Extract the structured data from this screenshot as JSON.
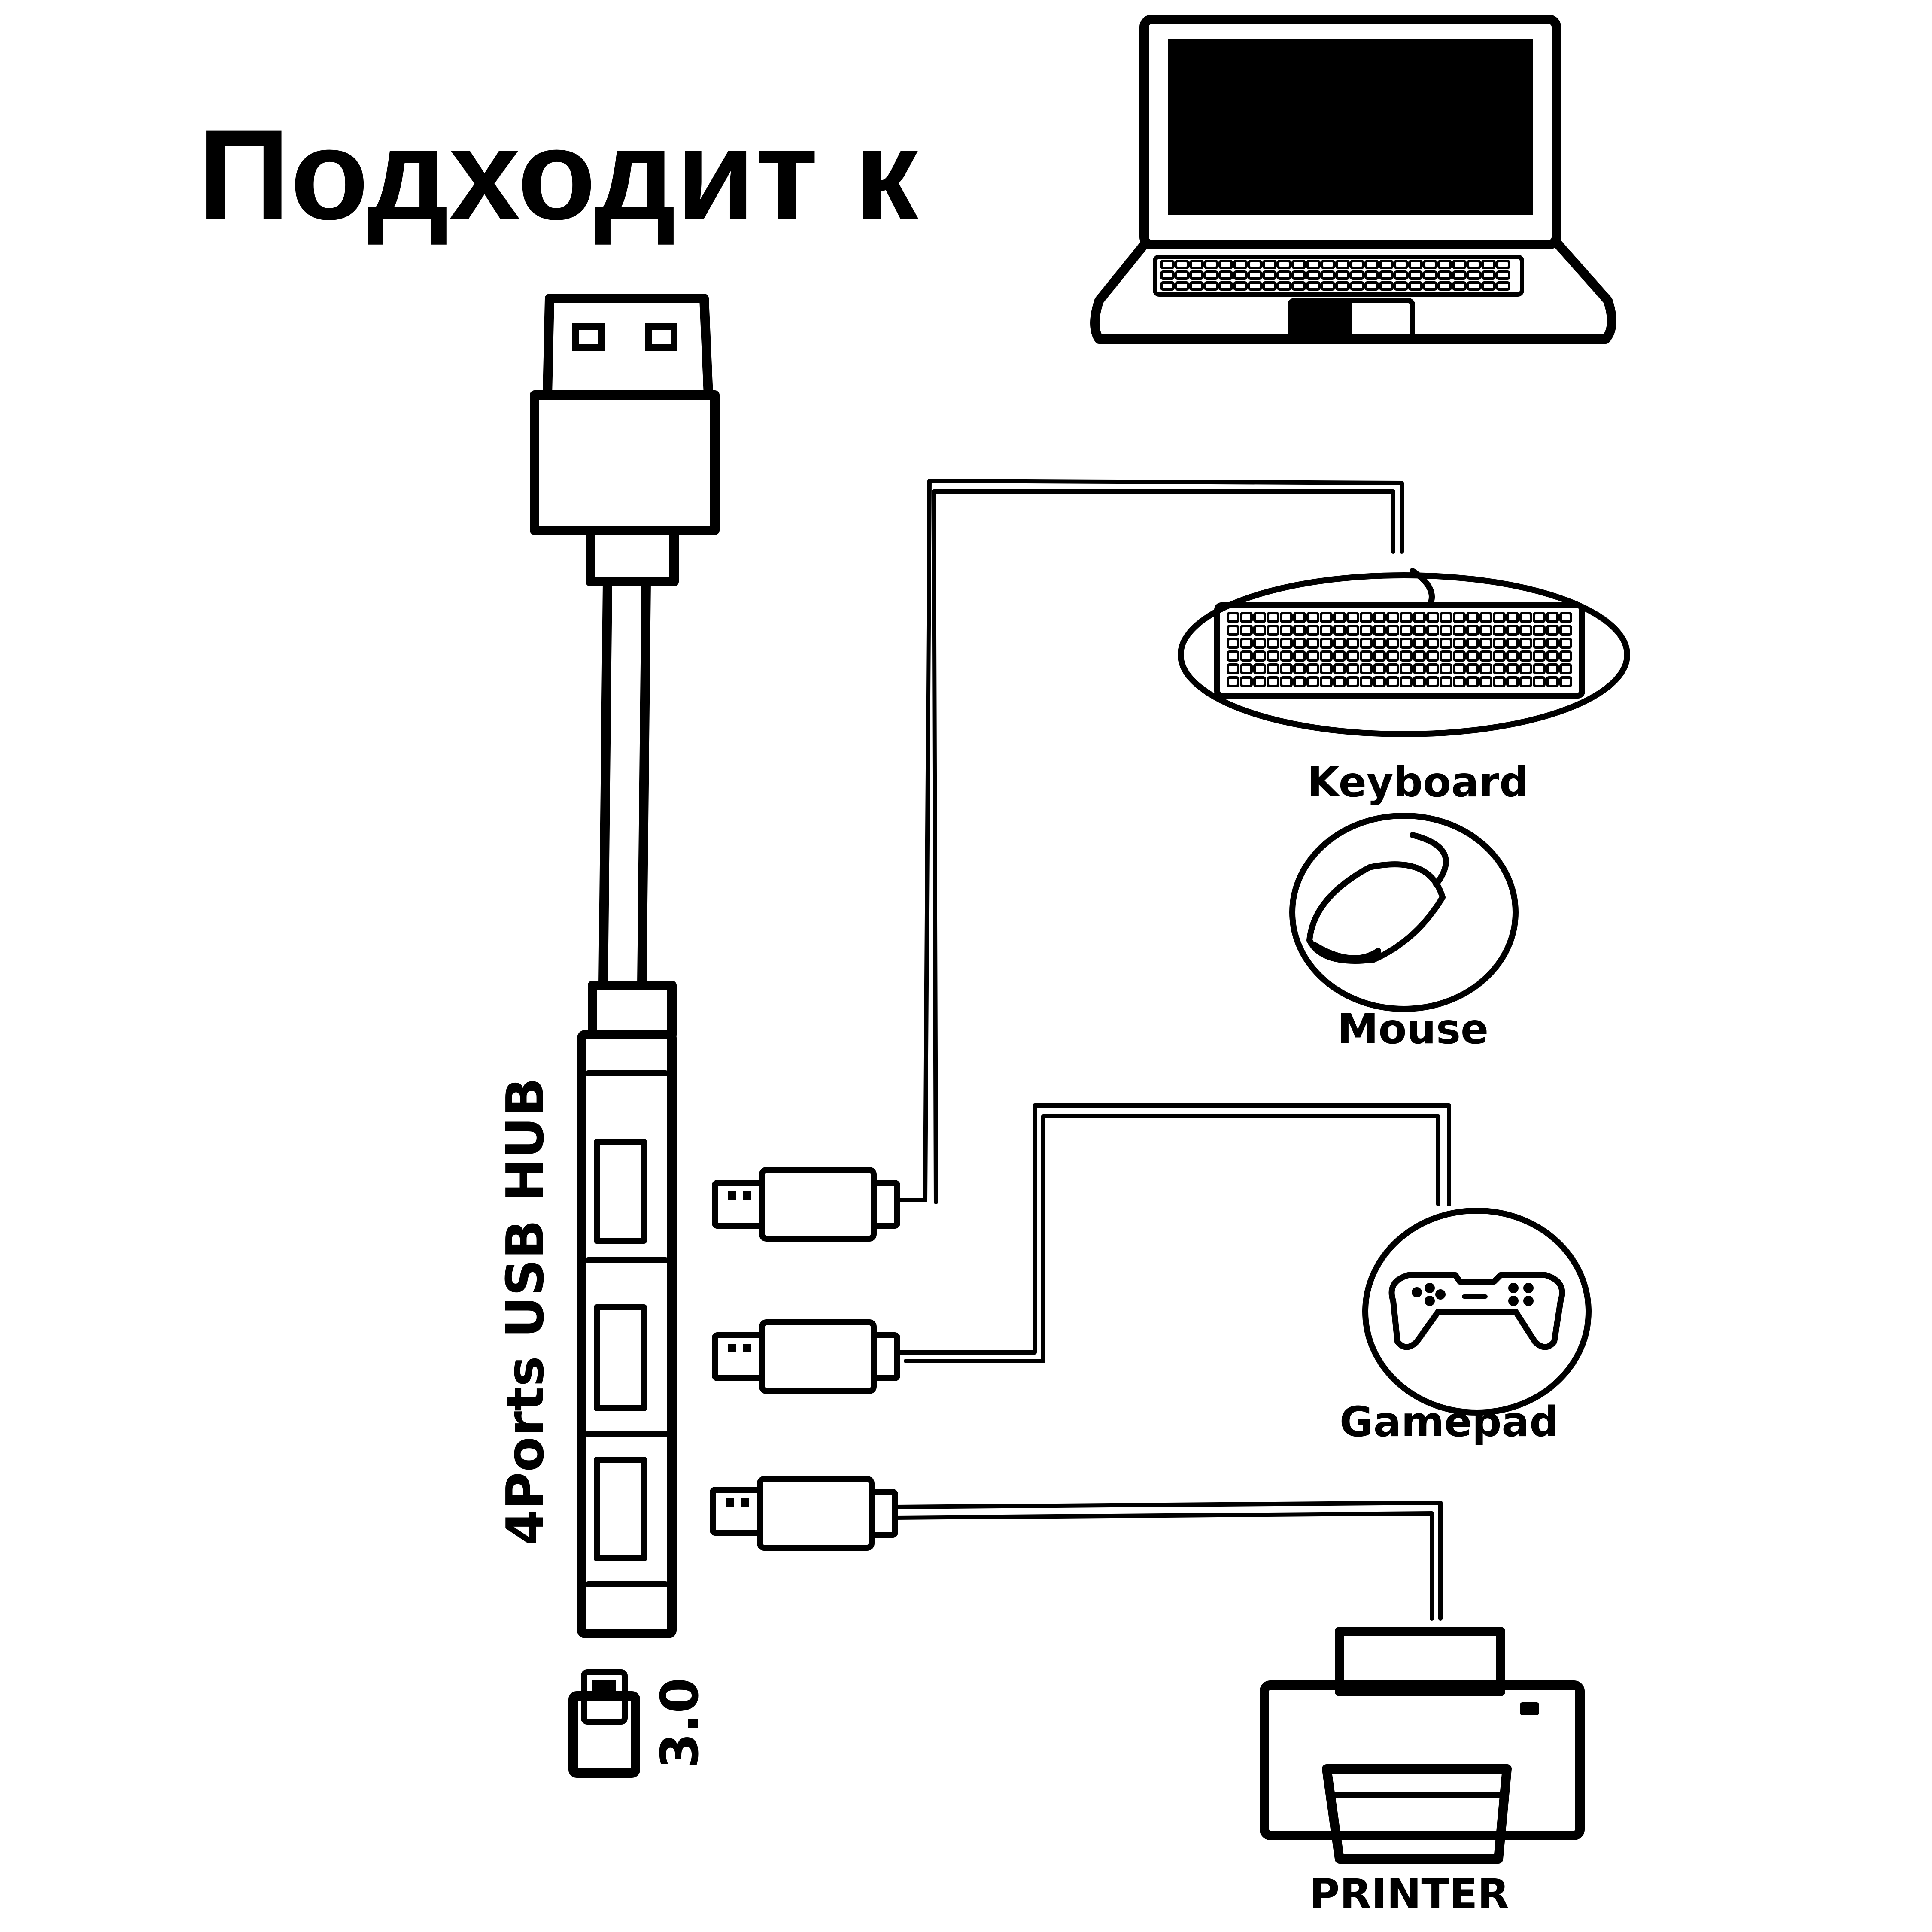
{
  "title": "Подходит к",
  "hub": {
    "label": "4Ports USB HUB",
    "version": "3.0",
    "port_count": 4
  },
  "devices": [
    {
      "name": "Keyboard",
      "icon": "keyboard-icon"
    },
    {
      "name": "Mouse",
      "icon": "mouse-icon"
    },
    {
      "name": "Gamepad",
      "icon": "gamepad-icon"
    },
    {
      "name": "PRINTER",
      "icon": "printer-icon"
    }
  ],
  "host_icon": "laptop-icon",
  "colors": {
    "line": "#000000",
    "background": "#ffffff"
  }
}
